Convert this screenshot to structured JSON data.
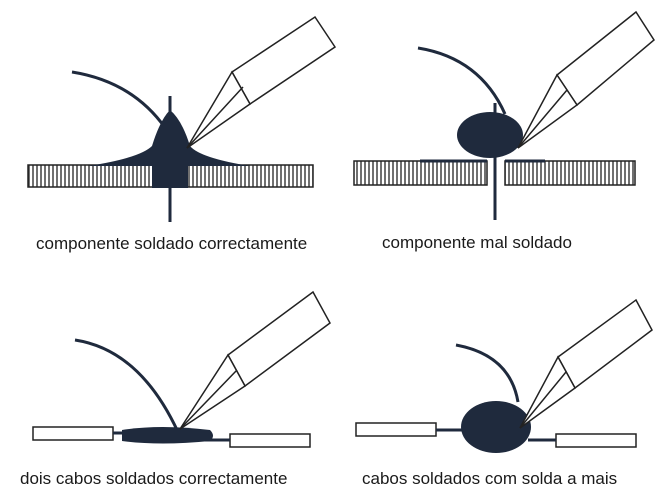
{
  "panels": [
    {
      "id": "good-component",
      "caption": "componente soldado correctamente"
    },
    {
      "id": "bad-component",
      "caption": "componente mal soldado"
    },
    {
      "id": "good-wires",
      "caption": "dois cabos soldados correctamente"
    },
    {
      "id": "excess-solder",
      "caption": "cabos soldados com solda a mais"
    }
  ],
  "colors": {
    "solder": "#1f2a3d",
    "outline": "#222222",
    "board_hatch": "#333333",
    "background": "#ffffff"
  }
}
